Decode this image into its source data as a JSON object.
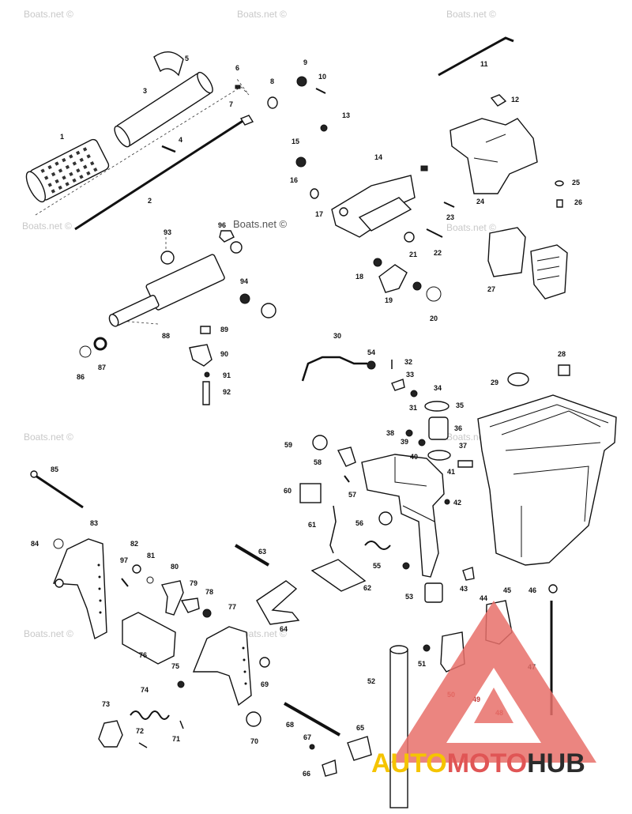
{
  "watermark": {
    "site_text": "Boats.net ©",
    "logo_parts": [
      "AUTO",
      "MOTO",
      "HUB"
    ],
    "logo_colors": {
      "auto": "#f5c400",
      "moto": "#e05555",
      "hub": "#2b2b2b",
      "triangle": "#e8706a"
    }
  },
  "part_numbers": [
    "1",
    "2",
    "3",
    "4",
    "5",
    "6",
    "7",
    "8",
    "9",
    "10",
    "11",
    "12",
    "13",
    "14",
    "15",
    "16",
    "17",
    "18",
    "19",
    "20",
    "21",
    "22",
    "23",
    "24",
    "25",
    "26",
    "27",
    "28",
    "29",
    "30",
    "31",
    "32",
    "33",
    "34",
    "35",
    "36",
    "37",
    "38",
    "39",
    "40",
    "41",
    "42",
    "43",
    "44",
    "45",
    "46",
    "47",
    "48",
    "49",
    "50",
    "51",
    "52",
    "53",
    "54",
    "55",
    "56",
    "57",
    "58",
    "59",
    "60",
    "61",
    "62",
    "63",
    "64",
    "65",
    "66",
    "67",
    "68",
    "69",
    "70",
    "71",
    "72",
    "73",
    "74",
    "75",
    "76",
    "77",
    "78",
    "79",
    "80",
    "81",
    "82",
    "83",
    "84",
    "85",
    "86",
    "87",
    "88",
    "89",
    "90",
    "91",
    "92",
    "93",
    "94",
    "96",
    "97"
  ]
}
